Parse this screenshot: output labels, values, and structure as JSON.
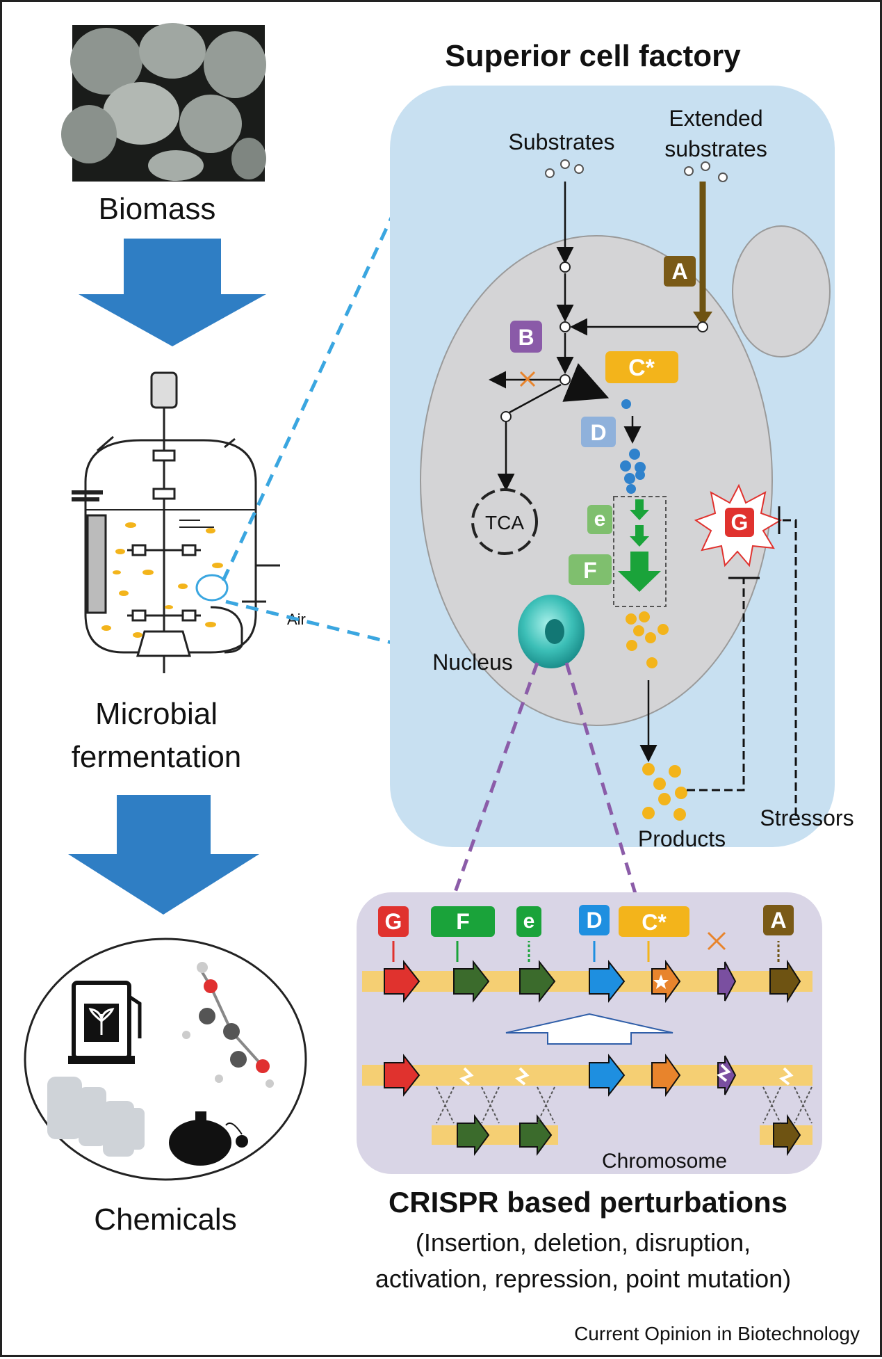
{
  "left_column": {
    "biomass_label": "Biomass",
    "fermentation_label_line1": "Microbial",
    "fermentation_label_line2": "fermentation",
    "air_label": "Air",
    "chemicals_label": "Chemicals"
  },
  "cell_factory": {
    "title": "Superior cell factory",
    "substrates_label": "Substrates",
    "extended_substrates_line1": "Extended",
    "extended_substrates_line2": "substrates",
    "tca_label": "TCA",
    "nucleus_label": "Nucleus",
    "products_label": "Products",
    "stressors_label": "Stressors",
    "badges": {
      "A": "A",
      "B": "B",
      "C": "C*",
      "D": "D",
      "e": "e",
      "F": "F",
      "G": "G"
    }
  },
  "chromosome_panel": {
    "label": "Chromosome",
    "badges": {
      "G": "G",
      "F": "F",
      "e": "e",
      "D": "D",
      "C": "C*",
      "A": "A"
    },
    "title": "CRISPR based perturbations",
    "subtitle_line1": "(Insertion, deletion, disruption,",
    "subtitle_line2": "activation, repression, point mutation)"
  },
  "footer": {
    "credit": "Current Opinion in Biotechnology"
  },
  "colors": {
    "arrow_blue": "#2f7ec4",
    "cell_bg": "#c8e0f1",
    "cell_inner": "#d4d4d6",
    "badge_A": "#7a5a17",
    "badge_B": "#8a5aa8",
    "badge_C": "#f3b41b",
    "badge_D": "#8fb1db",
    "badge_e": "#7fbf6e",
    "badge_F": "#7fbf6e",
    "badge_G": "#e0322e",
    "chromo_panel": "#d9d5e6",
    "dashed_blue": "#3aa6e0",
    "dashed_purple": "#8b5ca8"
  }
}
